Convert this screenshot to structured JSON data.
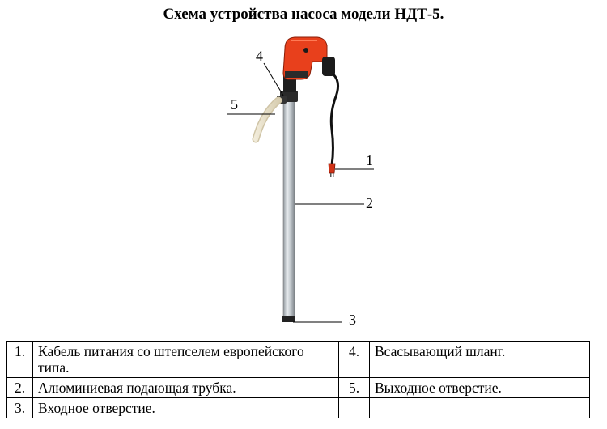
{
  "title": "Схема устройства насоса модели НДТ-5.",
  "callouts": [
    "1",
    "2",
    "3",
    "4",
    "5"
  ],
  "parts": [
    {
      "num": "1.",
      "text": "Кабель питания со штепселем европейского типа."
    },
    {
      "num": "2.",
      "text": "Алюминиевая  подающая трубка."
    },
    {
      "num": "3.",
      "text": "Входное отверстие."
    },
    {
      "num": "4.",
      "text": "Всасывающий шланг."
    },
    {
      "num": "5.",
      "text": "Выходное отверстие."
    }
  ],
  "colors": {
    "motor_housing": "#e8401c",
    "tube": "#c8cdd1",
    "cable": "#111111"
  }
}
